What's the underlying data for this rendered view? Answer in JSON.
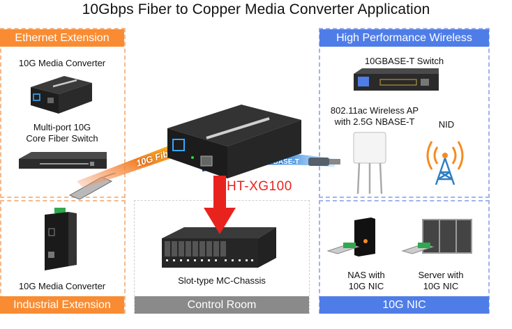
{
  "title": "10Gbps Fiber to Copper Media Converter Application",
  "colors": {
    "ethernet_extension": "#f98c32",
    "control_room": "#8a8a8a",
    "high_performance_wireless": "#4f7de8",
    "model_label": "#e8231e",
    "arrow": "#e8231e"
  },
  "center": {
    "model": "HT-XG100",
    "fiber_label": "10G Fiber",
    "copper_label": "1G/2.5G/5G/10GBASE-T"
  },
  "sections": {
    "ethernet_extension": {
      "header": "Ethernet Extension",
      "devices": [
        "10G Media Converter",
        "Multi-port 10G",
        "Core Fiber Switch"
      ]
    },
    "industrial_extension": {
      "header": "Industrial Extension",
      "devices": [
        "10G Media Converter"
      ]
    },
    "control_room": {
      "header": "Control Room",
      "devices": [
        "Slot-type MC-Chassis"
      ]
    },
    "high_performance_wireless": {
      "header": "High Performance Wireless",
      "devices": [
        "10GBASE-T Switch",
        "802.11ac Wireless AP",
        "with 2.5G NBASE-T",
        "NID"
      ]
    },
    "nic": {
      "header": "10G NIC",
      "devices": [
        "NAS with",
        "10G NIC",
        "Server with",
        "10G NIC"
      ]
    }
  }
}
